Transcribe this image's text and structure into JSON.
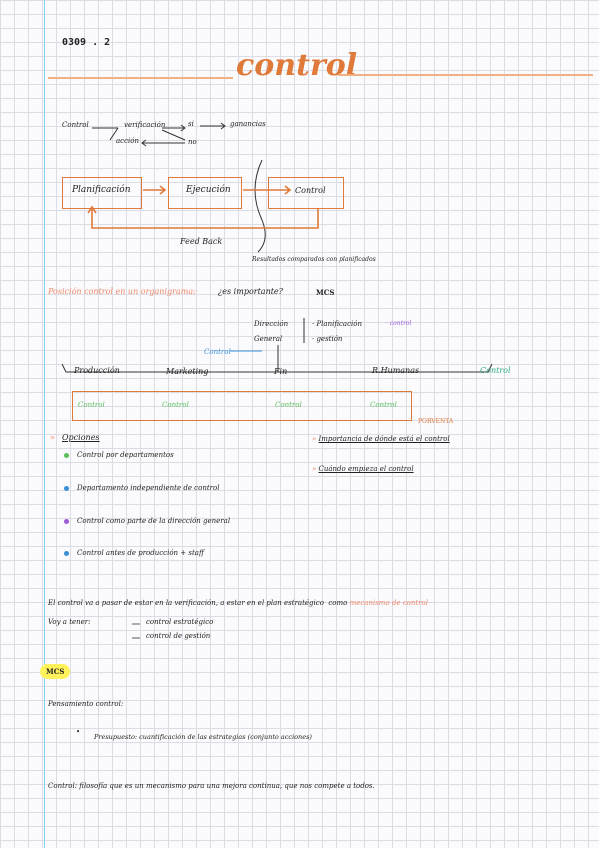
{
  "date": "0309 . 2",
  "title": "control",
  "flow_top": {
    "control": "Control",
    "verificacion": "verificación",
    "si": "si",
    "ganancias": "ganancias",
    "accion": "acción",
    "no": "no"
  },
  "process": {
    "planificacion": "Planificación",
    "ejecucion": "Ejecución",
    "control": "Control",
    "feedback": "Feed Back",
    "resultados": "Resultados comparados con planificados"
  },
  "question": {
    "label": "Posición control en un organigrama:",
    "text": "¿es importante?",
    "tag": "MCS"
  },
  "org": {
    "direccion": "Dirección",
    "general": "General",
    "planificacion": "· Planificación",
    "control": "· control",
    "gestion": "· gestión",
    "control_side": "Control",
    "depts": [
      "Producción",
      "Marketing",
      "Fin",
      "R.Humanas"
    ],
    "control_end": "Control",
    "box_items": [
      "Control",
      "Control",
      "Control",
      "Control"
    ],
    "portal": "PORVENTA"
  },
  "opciones": {
    "heading": "Opciones",
    "items": [
      {
        "text": "Control por departamentos",
        "color": "#5bbf5b"
      },
      {
        "text": "Departamento independiente de control",
        "color": "#3a8fd6"
      },
      {
        "text": "Control como parte de la dirección general",
        "color": "#9a5bd6"
      },
      {
        "text": "Control antes de producción + staff",
        "color": "#3a8fd6"
      }
    ]
  },
  "right_notes": [
    "Importancia de dónde está el control",
    "Cuándo empieza el control"
  ],
  "paragraph": {
    "line1": "El control va a pasar de estar en la verificación, a estar en el plan estratégico",
    "line1_tail": "como",
    "line1_highlight": "mecanismo de control",
    "line2": "Voy a tener:",
    "dash1": "control estratégico",
    "dash2": "control de gestión"
  },
  "highlight_tag": "MCS",
  "pensamiento": "Pensamiento control:",
  "presupuesto": "Presupuesto: cuantificación de las estrategias (conjunto acciones)",
  "final": "Control: filosofía que es un mecanismo para una mejora continua, que nos compete a todos."
}
